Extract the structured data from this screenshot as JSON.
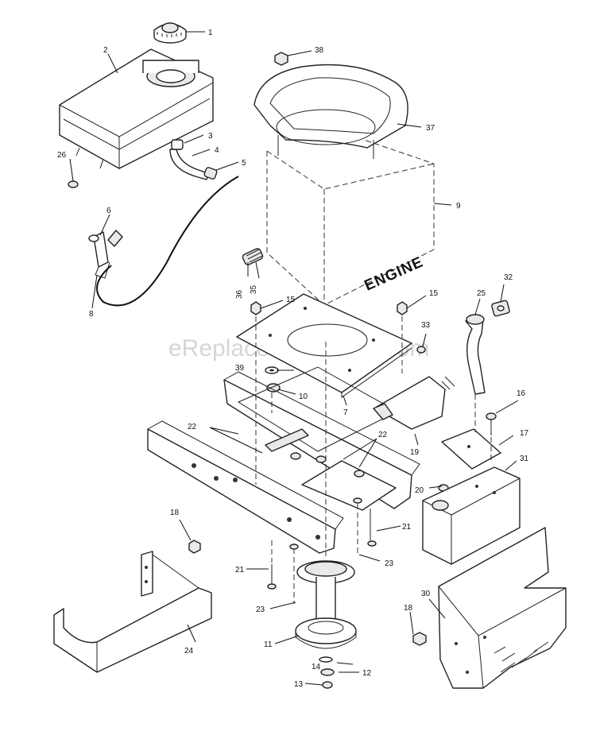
{
  "watermark": "eReplacementParts.com",
  "engine_label": "ENGINE",
  "callouts": {
    "c1": "1",
    "c2": "2",
    "c3": "3",
    "c4": "4",
    "c5": "5",
    "c6": "6",
    "c7": "7",
    "c8": "8",
    "c9": "9",
    "c10": "10",
    "c11": "11",
    "c12": "12",
    "c13": "13",
    "c14": "14",
    "c15a": "15",
    "c15b": "15",
    "c16": "16",
    "c17": "17",
    "c18a": "18",
    "c18b": "18",
    "c19": "19",
    "c20": "20",
    "c21a": "21",
    "c21b": "21",
    "c22a": "22",
    "c22b": "22",
    "c23a": "23",
    "c23b": "23",
    "c24": "24",
    "c25": "25",
    "c26": "26",
    "c30": "30",
    "c31": "31",
    "c32": "32",
    "c33": "33",
    "c35": "35",
    "c36": "36",
    "c37": "37",
    "c38": "38",
    "c39": "39"
  }
}
